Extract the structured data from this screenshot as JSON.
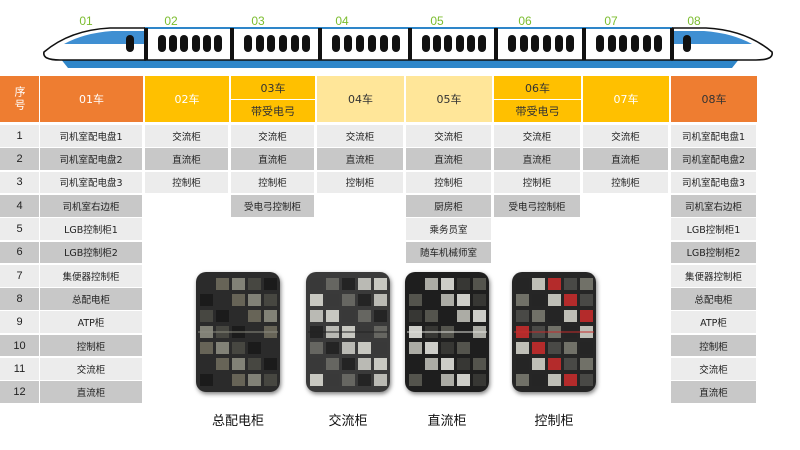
{
  "train": {
    "car_numbers": [
      "01",
      "02",
      "03",
      "04",
      "05",
      "06",
      "07",
      "08"
    ]
  },
  "table": {
    "index_header": "序号",
    "header_colors": {
      "orange": "#ee7d31",
      "yellow": "#ffc000",
      "pale": "#ffe699"
    },
    "cars": [
      {
        "label": "01车",
        "sub": "",
        "items": [
          "司机室配电盘1",
          "司机室配电盘2",
          "司机室配电盘3",
          "司机室右边柜",
          "LGB控制柜1",
          "LGB控制柜2",
          "集便器控制柜",
          "总配电柜",
          "ATP柜",
          "控制柜",
          "交流柜",
          "直流柜"
        ]
      },
      {
        "label": "02车",
        "sub": "",
        "items": [
          "交流柜",
          "直流柜",
          "控制柜"
        ]
      },
      {
        "label": "03车",
        "sub": "带受电弓",
        "items": [
          "交流柜",
          "直流柜",
          "控制柜",
          "受电弓控制柜"
        ]
      },
      {
        "label": "04车",
        "sub": "",
        "items": [
          "交流柜",
          "直流柜",
          "控制柜"
        ]
      },
      {
        "label": "05车",
        "sub": "",
        "items": [
          "交流柜",
          "直流柜",
          "控制柜",
          "厨房柜",
          "乘务员室",
          "随车机械师室"
        ]
      },
      {
        "label": "06车",
        "sub": "带受电弓",
        "items": [
          "交流柜",
          "直流柜",
          "控制柜",
          "受电弓控制柜"
        ]
      },
      {
        "label": "07车",
        "sub": "",
        "items": [
          "交流柜",
          "直流柜",
          "控制柜"
        ]
      },
      {
        "label": "08车",
        "sub": "",
        "items": [
          "司机室配电盘1",
          "司机室配电盘2",
          "司机室配电盘3",
          "司机室右边柜",
          "LGB控制柜1",
          "LGB控制柜2",
          "集便器控制柜",
          "总配电柜",
          "ATP柜",
          "控制柜",
          "交流柜",
          "直流柜"
        ]
      }
    ],
    "row_numbers": [
      "1",
      "2",
      "3",
      "4",
      "5",
      "6",
      "7",
      "8",
      "9",
      "10",
      "11",
      "12"
    ]
  },
  "photos": [
    {
      "caption": "总配电柜"
    },
    {
      "caption": "交流柜"
    },
    {
      "caption": "直流柜"
    },
    {
      "caption": "控制柜"
    }
  ]
}
